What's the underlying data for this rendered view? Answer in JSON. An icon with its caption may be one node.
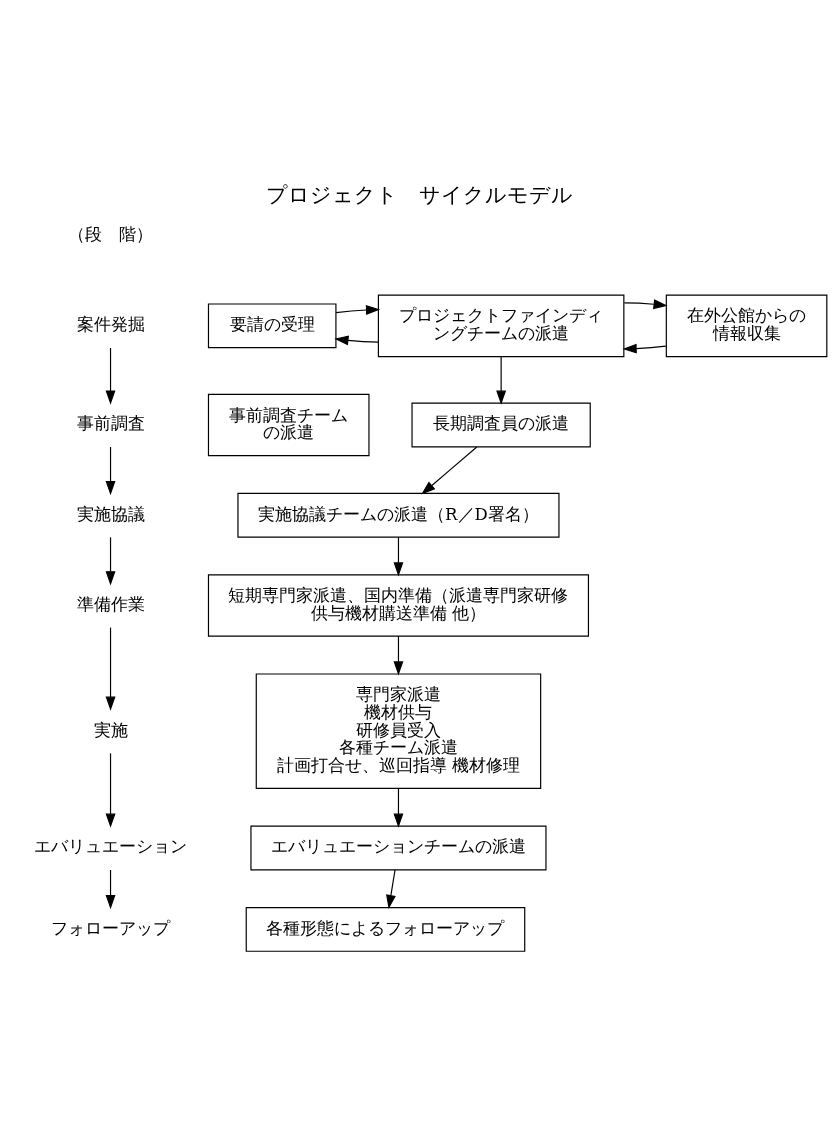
{
  "diagram": {
    "title": "プロジェクト　サイクルモデル",
    "nodes": [
      {
        "text": [
          "要請の受理"
        ]
      },
      {
        "text": [
          "プロジェクトファインディングチームの派遣"
        ]
      },
      {
        "text": [
          "在外公館からの情報収集"
        ]
      },
      {
        "text": [
          "事前調査チームの派遣"
        ]
      },
      {
        "text": [
          "長期調査員の派遣"
        ]
      },
      {
        "text": [
          "実施協議チームの派遣（R／D署名）"
        ]
      },
      {
        "text": [
          "短期専門家派遣、国内準備（派遣専門家研修供与機材購送準備 他）"
        ]
      },
      {
        "text": [
          "専門家派遣",
          "機材供与",
          "研修員受入",
          "各種チーム派遣",
          "計画打合せ、巡回指導 機材修理"
        ]
      },
      {
        "text": [
          "エバリュエーションチームの派遣"
        ]
      },
      {
        "text": [
          "各種形態によるフォローアップ"
        ]
      },
      {
        "text": [
          "案件発掘"
        ]
      },
      {
        "text": [
          "事前調査"
        ]
      },
      {
        "text": [
          "実施協議"
        ]
      },
      {
        "text": [
          "準備作業"
        ]
      },
      {
        "text": [
          "実施"
        ]
      },
      {
        "text": [
          "エバリュエーション"
        ]
      },
      {
        "text": [
          "フォローアップ"
        ]
      }
    ],
    "edges": [
      {
        "from": 1,
        "to": 0,
        "arrow": "to"
      },
      {
        "from": 0,
        "to": 1,
        "arrow": "to"
      },
      {
        "from": 2,
        "to": 1,
        "arrow": "to"
      },
      {
        "from": 1,
        "to": 2,
        "arrow": "to"
      },
      {
        "from": 1,
        "to": 4,
        "arrow": "to"
      },
      {
        "from": 4,
        "to": 5,
        "arrow": "to"
      },
      {
        "from": 5,
        "to": 6,
        "arrow": "to"
      },
      {
        "from": 6,
        "to": 7,
        "arrow": "to"
      },
      {
        "from": 7,
        "to": 8,
        "arrow": "to"
      },
      {
        "from": 8,
        "to": 9,
        "arrow": "to"
      },
      {
        "from": 10,
        "to": 11,
        "arrow": "to"
      },
      {
        "from": 11,
        "to": 12,
        "arrow": "to"
      },
      {
        "from": 12,
        "to": 13,
        "arrow": "to"
      },
      {
        "from": 13,
        "to": 14,
        "arrow": "to"
      },
      {
        "from": 14,
        "to": 15,
        "arrow": "to"
      },
      {
        "from": 15,
        "to": 16,
        "arrow": "to"
      }
    ],
    "labels": [
      "（段　階）"
    ]
  }
}
